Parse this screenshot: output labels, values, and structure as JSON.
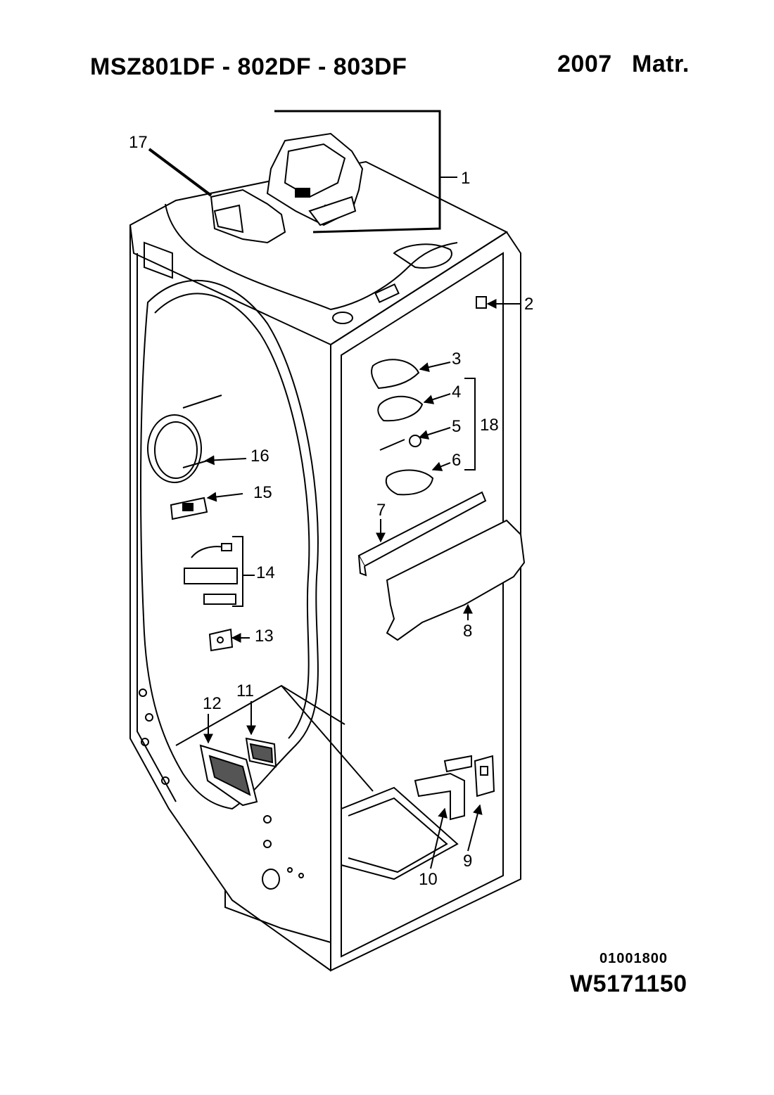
{
  "header": {
    "model": "MSZ801DF - 802DF - 803DF",
    "year": "2007",
    "matr": "Matr."
  },
  "footer": {
    "code": "01001800",
    "part_number": "W5171150"
  },
  "callouts": [
    "1",
    "2",
    "3",
    "4",
    "5",
    "6",
    "7",
    "8",
    "9",
    "10",
    "11",
    "12",
    "13",
    "14",
    "15",
    "16",
    "17",
    "18"
  ]
}
